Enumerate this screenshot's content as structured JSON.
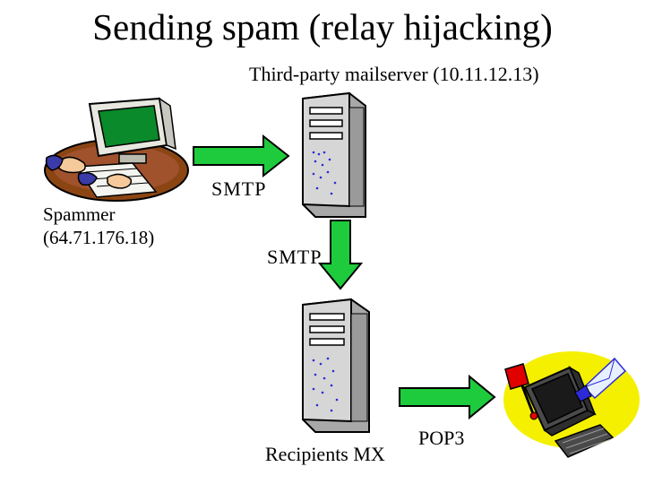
{
  "title": "Sending spam (relay hijacking)",
  "third_party_label": "Third-party mailserver (10.11.12.13)",
  "spammer_label": [
    "Spammer",
    "(64.71.176.18)"
  ],
  "smtp_label_1": "SMTP",
  "smtp_label_2": "SMTP",
  "recipients_label": "Recipients MX",
  "pop3_label": "POP3",
  "colors": {
    "arrow": "#1ecb3c",
    "server": "#c8c8c8",
    "desk": "#8b4513",
    "screen": "#0a8a2a",
    "sun": "#f5f000"
  },
  "icons": [
    "spammer-computer-icon",
    "server-icon",
    "arrow-right-icon",
    "arrow-down-icon",
    "recipient-computer-icon",
    "mailbox-flag-icon",
    "envelope-icon"
  ]
}
